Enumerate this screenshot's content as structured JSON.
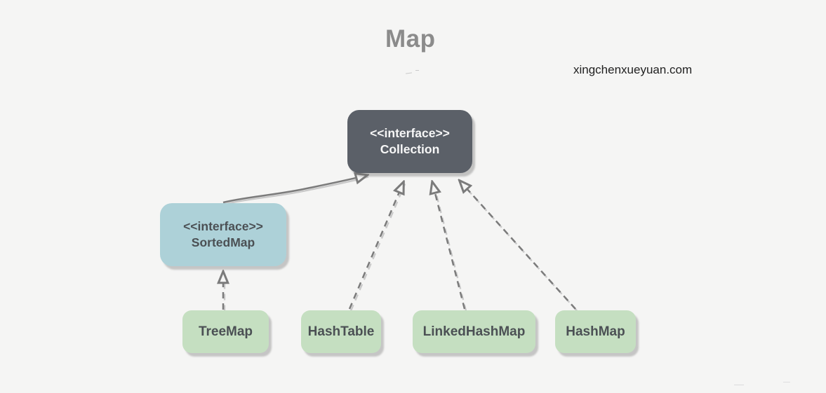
{
  "title": "Map",
  "watermark": "xingchenxueyuan.com",
  "diagram": {
    "nodes": {
      "collection": {
        "stereotype": "<<interface>>",
        "name": "Collection",
        "kind": "interface"
      },
      "sortedmap": {
        "stereotype": "<<interface>>",
        "name": "SortedMap",
        "kind": "interface"
      },
      "treemap": {
        "name": "TreeMap",
        "kind": "class"
      },
      "hashtable": {
        "name": "HashTable",
        "kind": "class"
      },
      "linkedhashmap": {
        "name": "LinkedHashMap",
        "kind": "class"
      },
      "hashmap": {
        "name": "HashMap",
        "kind": "class"
      }
    },
    "edges": [
      {
        "from": "SortedMap",
        "to": "Collection",
        "line": "solid",
        "arrow": "hollow-triangle"
      },
      {
        "from": "TreeMap",
        "to": "SortedMap",
        "line": "dashed",
        "arrow": "hollow-triangle"
      },
      {
        "from": "HashTable",
        "to": "Collection",
        "line": "dashed",
        "arrow": "hollow-triangle"
      },
      {
        "from": "LinkedHashMap",
        "to": "Collection",
        "line": "dashed",
        "arrow": "hollow-triangle"
      },
      {
        "from": "HashMap",
        "to": "Collection",
        "line": "dashed",
        "arrow": "hollow-triangle"
      }
    ]
  },
  "colors": {
    "background": "#f5f5f4",
    "interface_dark_box": "#5b6068",
    "interface_blue_box": "#add1d8",
    "class_green_box": "#c5dfc1",
    "dark_text": "#4b5054",
    "light_text": "#f7f7f7",
    "title_text": "#8b8b8b",
    "connector_gray": "#7b7b7b",
    "connector_shadow": "#c9c9c9"
  }
}
